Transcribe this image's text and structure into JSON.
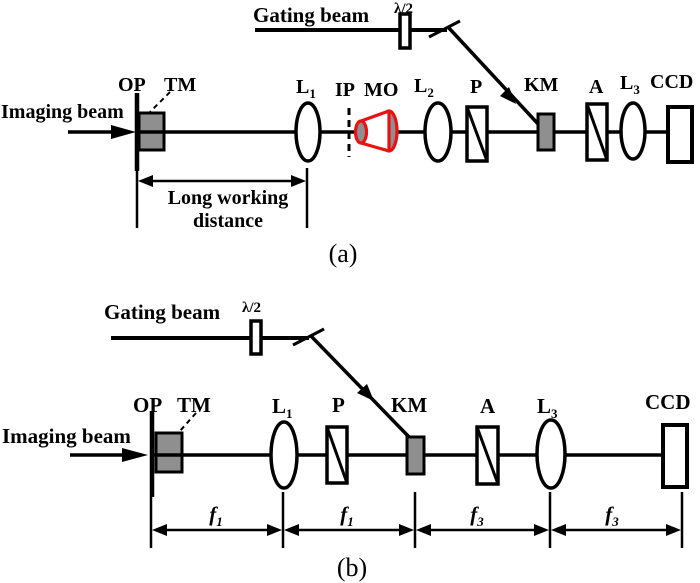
{
  "panel_a": {
    "caption": "(a)",
    "gating_beam_label": "Gating beam",
    "waveplate_label": "λ/2",
    "imaging_beam_label": "Imaging beam",
    "op_label": "OP",
    "tm_label": "TM",
    "l1": {
      "main": "L",
      "sub": "1"
    },
    "ip_label": "IP",
    "mo_label": "MO",
    "l2": {
      "main": "L",
      "sub": "2"
    },
    "p_label": "P",
    "km_label": "KM",
    "a_label": "A",
    "l3": {
      "main": "L",
      "sub": "3"
    },
    "ccd_label": "CCD",
    "working_distance": {
      "line1": "Long working",
      "line2": "distance"
    }
  },
  "panel_b": {
    "caption": "(b)",
    "gating_beam_label": "Gating beam",
    "waveplate_label": "λ/2",
    "imaging_beam_label": "Imaging beam",
    "op_label": "OP",
    "tm_label": "TM",
    "l1": {
      "main": "L",
      "sub": "1"
    },
    "p_label": "P",
    "km_label": "KM",
    "a_label": "A",
    "l3": {
      "main": "L",
      "sub": "3"
    },
    "ccd_label": "CCD",
    "distances": [
      {
        "main": "f",
        "sub": "1"
      },
      {
        "main": "f",
        "sub": "1"
      },
      {
        "main": "f",
        "sub": "3"
      },
      {
        "main": "f",
        "sub": "3"
      }
    ]
  },
  "colors": {
    "objective_outline_red": "#e81212",
    "mirror_fill_gray": "#8f8f8f",
    "beam_black": "#000000"
  }
}
